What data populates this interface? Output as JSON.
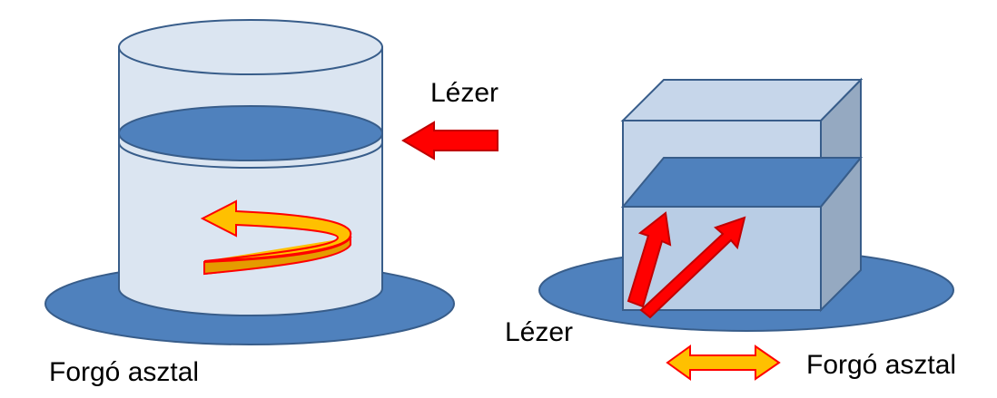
{
  "labels": {
    "laser_left": "Lézer",
    "table_left": "Forgó asztal",
    "laser_right": "Lézer",
    "table_right": "Forgó asztal"
  },
  "colors": {
    "turntable": "#4f81bd",
    "turntable_stroke": "#385d8a",
    "glass_fill": "#dbe5f1",
    "glass_stroke": "#385d8a",
    "water_surface": "#4f81bd",
    "box_front": "#b9cde5",
    "box_top": "#c6d6ea",
    "box_side": "#95a9c1",
    "laser_arrow": "#ff0000",
    "laser_arrow_stroke": "#c00000",
    "rotation_arrow": "#ffc000",
    "rotation_arrow_dark": "#e59b00",
    "rotation_arrow_stroke": "#ff0000"
  },
  "icons": {
    "left_laser_arrow": "arrow-left",
    "rotation_arrow": "curved-arrow",
    "right_laser_beams": "arrow-up-right",
    "right_motion_arrow": "double-arrow-horizontal"
  }
}
